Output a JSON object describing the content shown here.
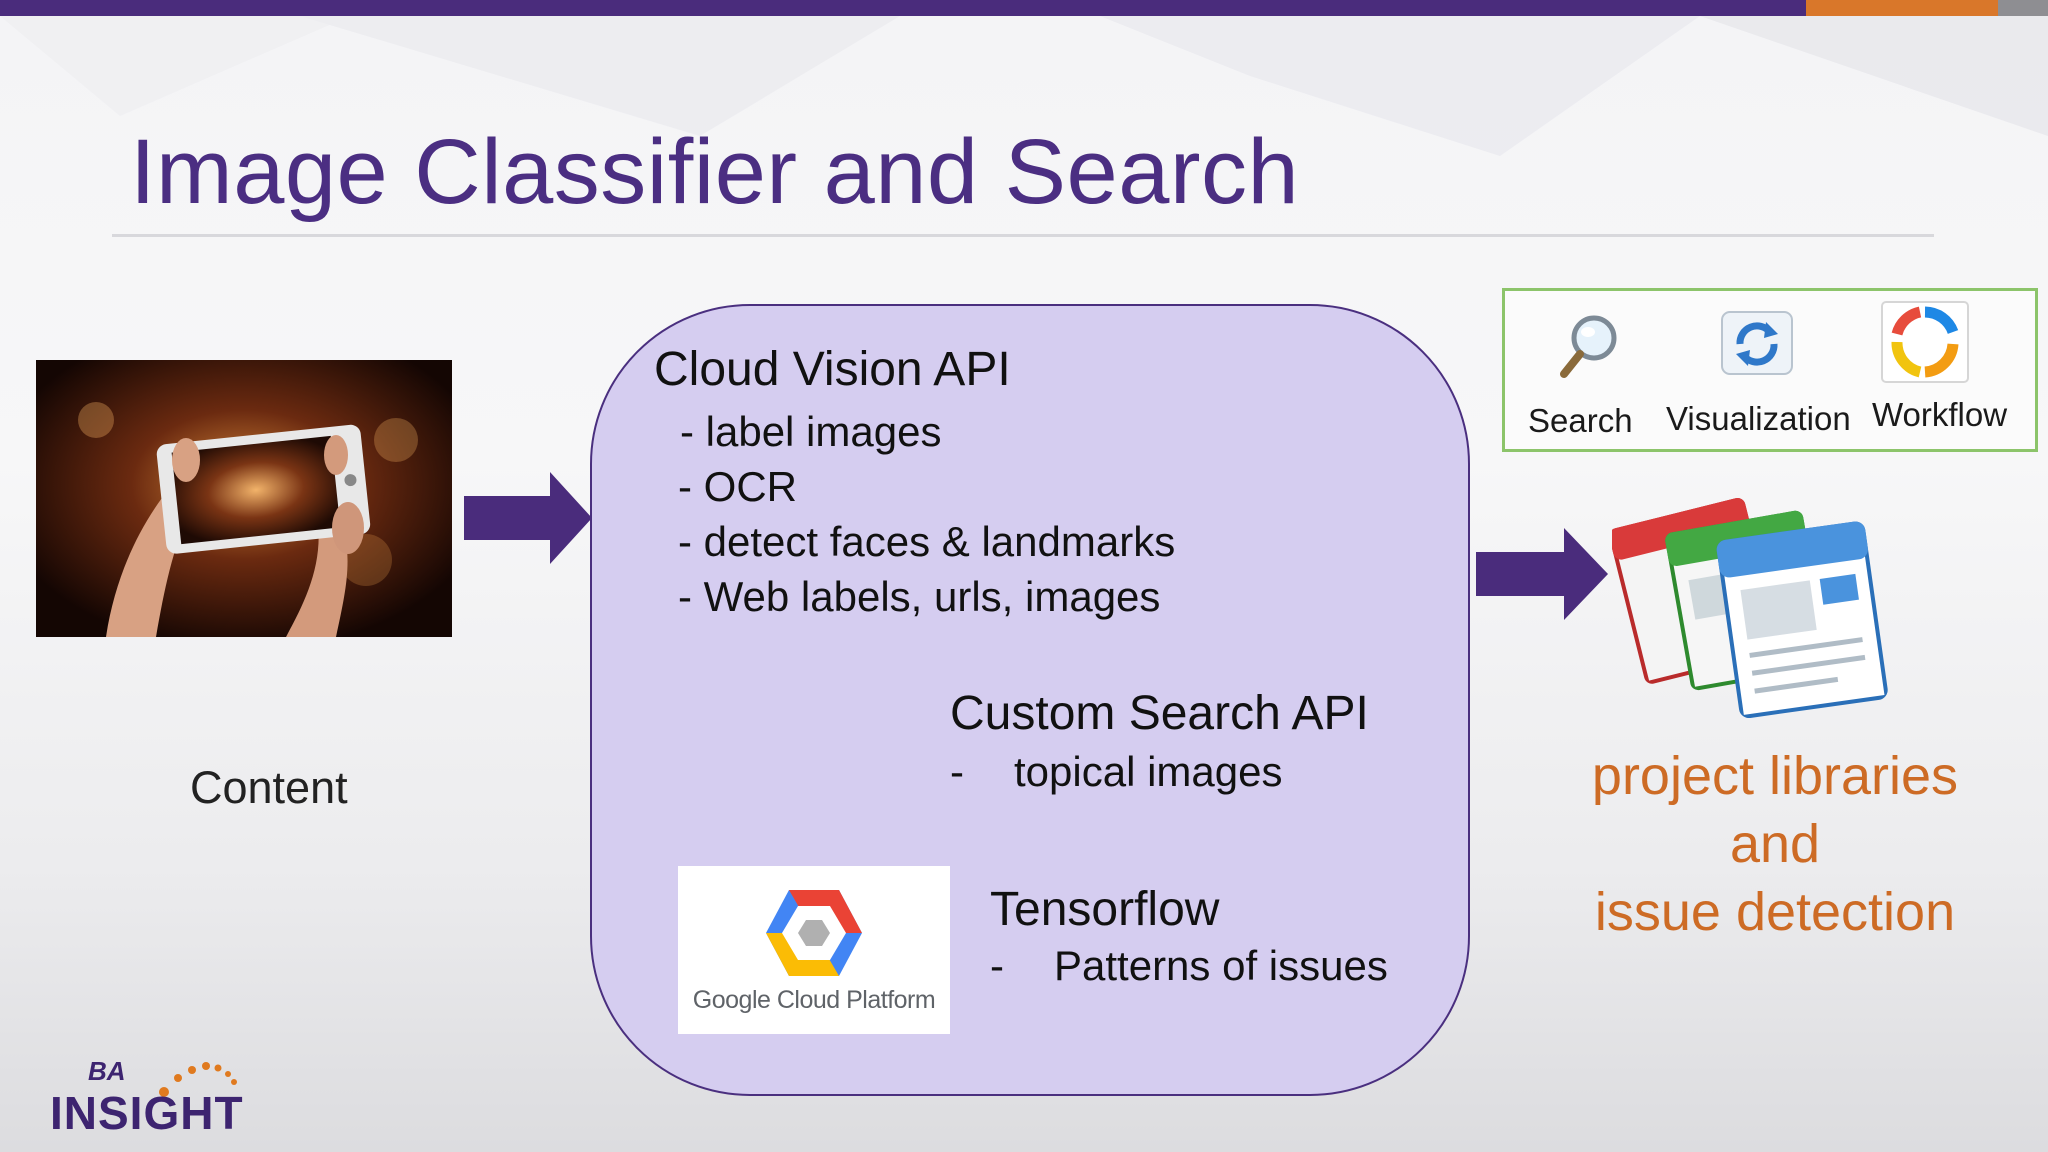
{
  "slide": {
    "title": "Image Classifier and Search",
    "colors": {
      "title": "#4b2e82",
      "accent_purple": "#4a2c7c",
      "accent_orange": "#d9772a",
      "box_fill": "#d5cdf0",
      "projects_text": "#cd6b25",
      "tools_border": "#8cc46a"
    }
  },
  "content": {
    "label": "Content",
    "image": "phone-photo-icon"
  },
  "main_box": {
    "cloud_vision": {
      "heading": "Cloud Vision API",
      "items": [
        "- label images",
        "- OCR",
        "- detect faces & landmarks",
        "- Web labels, urls, images"
      ]
    },
    "custom_search": {
      "heading": "Custom Search API",
      "dash": "-",
      "item": "topical images"
    },
    "tensorflow": {
      "heading": "Tensorflow",
      "dash": "-",
      "item": "Patterns of issues"
    },
    "gcp_logo_text": "Google Cloud Platform"
  },
  "tools": [
    {
      "label": "Search",
      "icon": "magnifier-icon"
    },
    {
      "label": "Visualization",
      "icon": "refresh-icon"
    },
    {
      "label": "Workflow",
      "icon": "workflow-ring-icon"
    }
  ],
  "output": {
    "icon": "libraries-stack-icon",
    "lines": [
      "project libraries",
      "and",
      "issue detection"
    ]
  },
  "logo": {
    "top": "BA",
    "bottom": "INSIGHT"
  }
}
